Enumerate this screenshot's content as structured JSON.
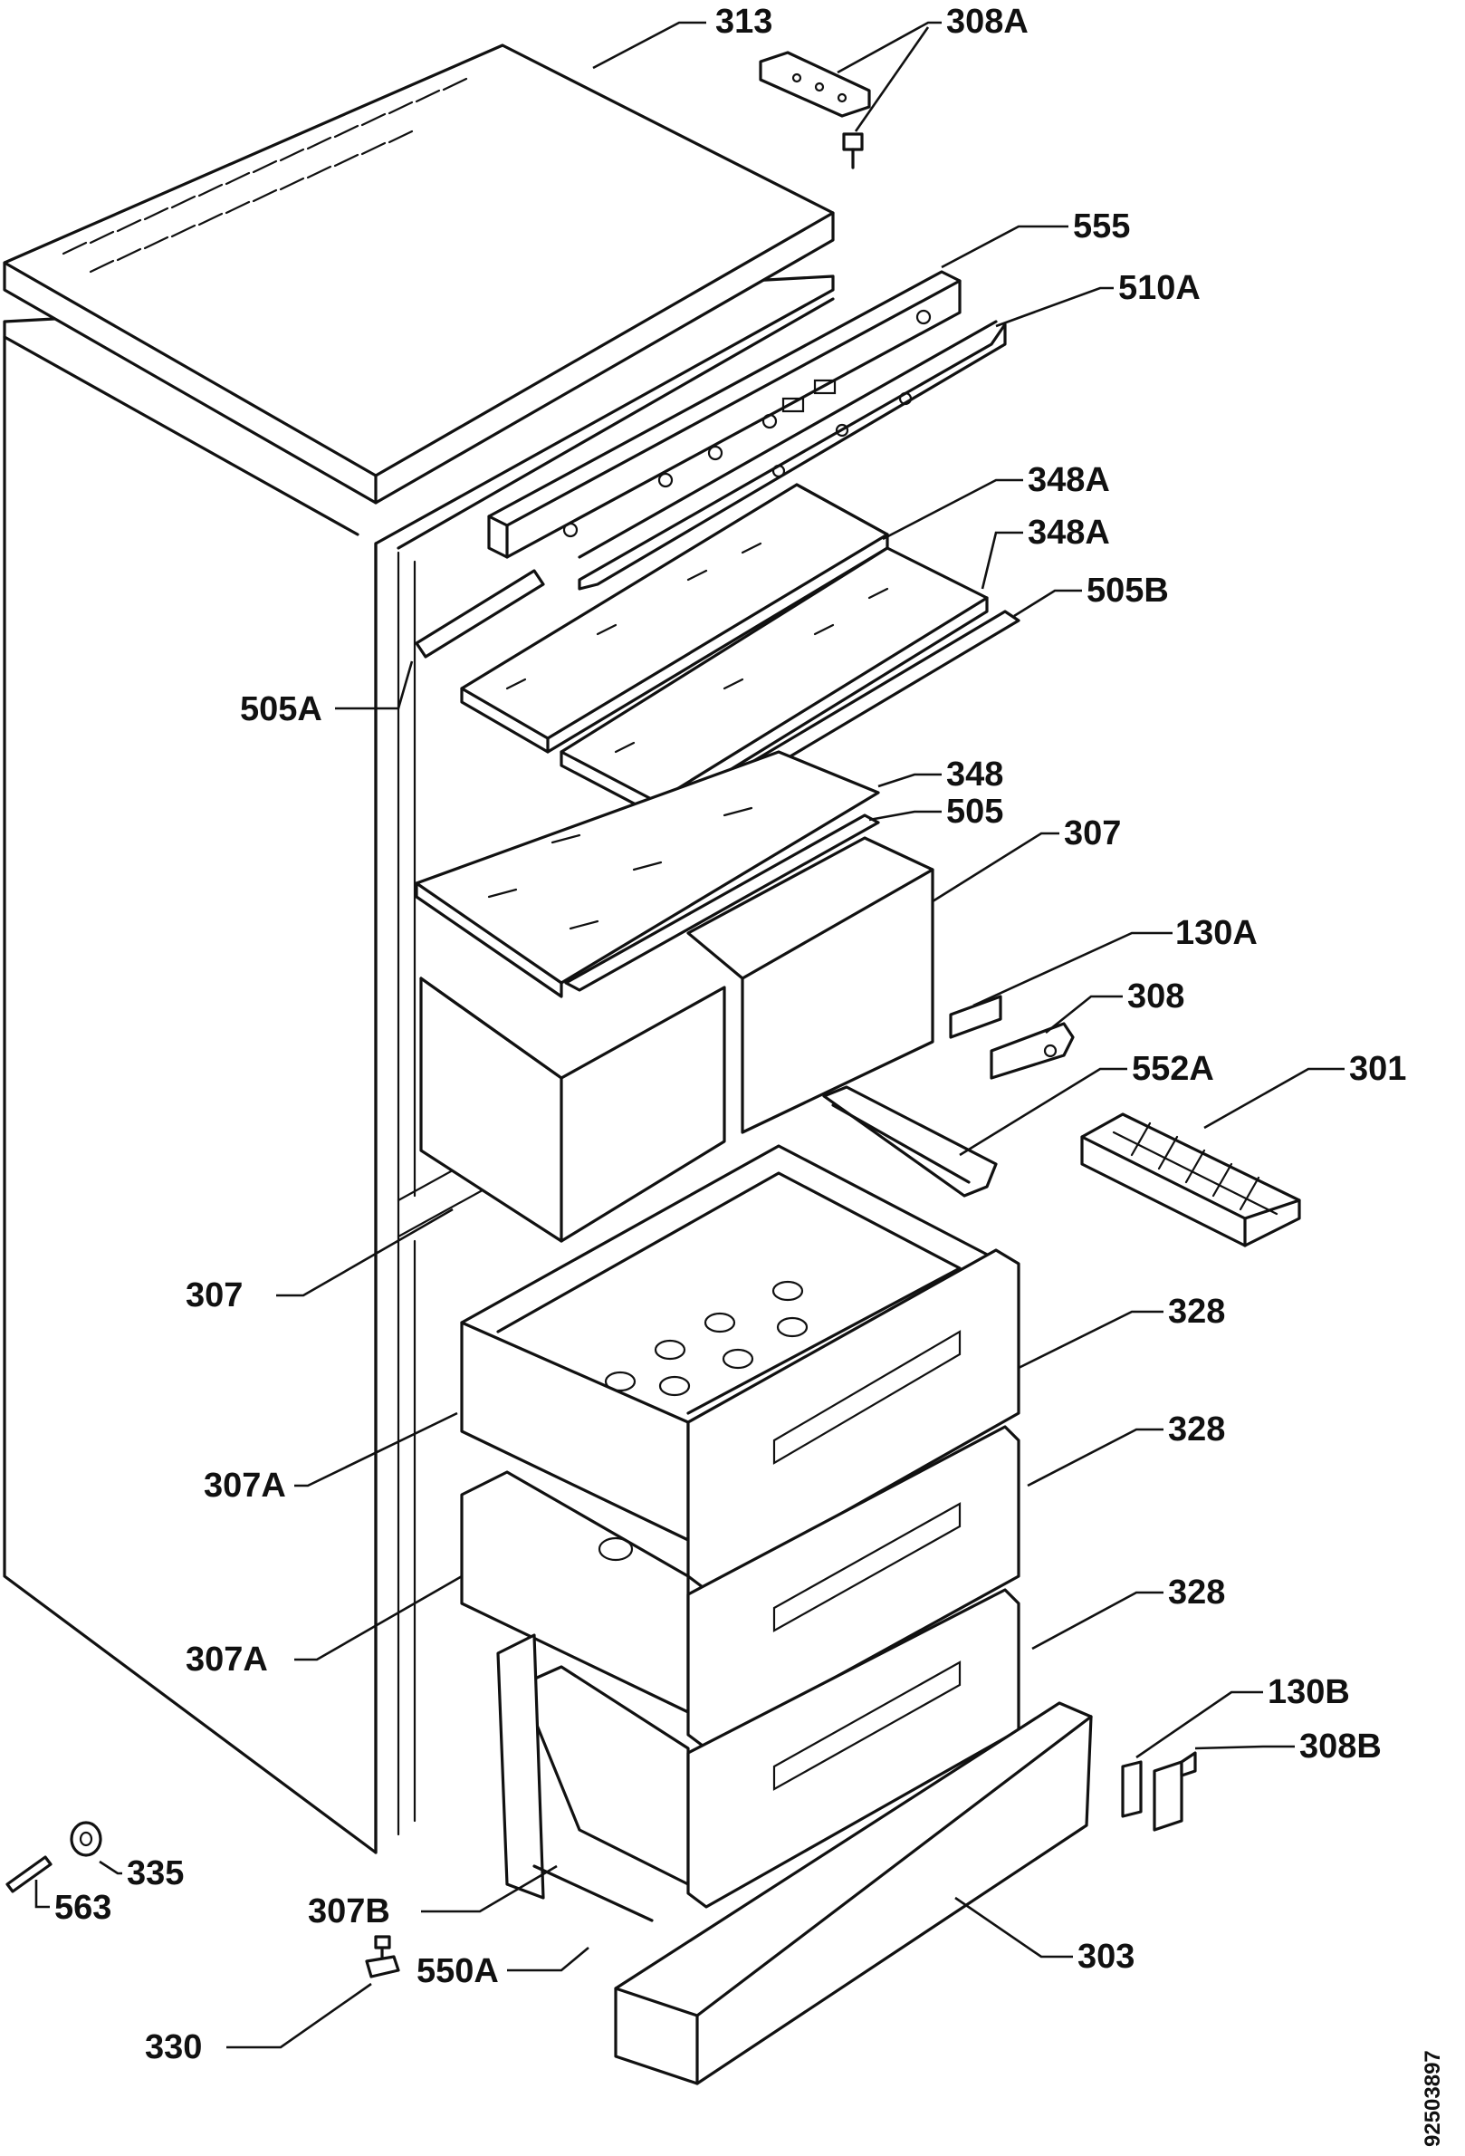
{
  "labels": {
    "l313": "313",
    "l308A": "308A",
    "l555": "555",
    "l510A": "510A",
    "l348A_1": "348A",
    "l348A_2": "348A",
    "l505B": "505B",
    "l505A": "505A",
    "l348": "348",
    "l505": "505",
    "l307_top": "307",
    "l130A": "130A",
    "l308": "308",
    "l552A": "552A",
    "l301": "301",
    "l307_left": "307",
    "l328_1": "328",
    "l328_2": "328",
    "l328_3": "328",
    "l307A_1": "307A",
    "l307A_2": "307A",
    "l130B": "130B",
    "l308B": "308B",
    "l335": "335",
    "l563": "563",
    "l307B": "307B",
    "l550A": "550A",
    "l303": "303",
    "l330": "330"
  },
  "doc_id": "92503897"
}
